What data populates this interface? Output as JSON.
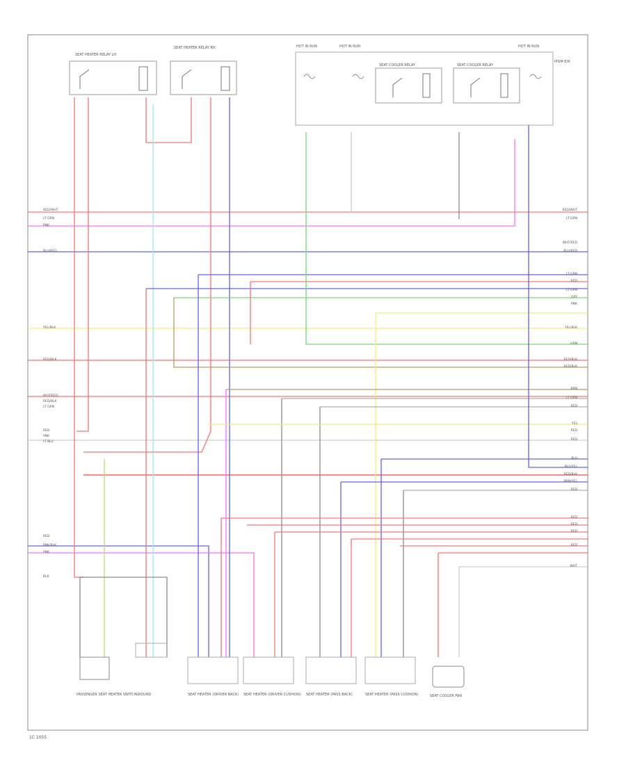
{
  "page": {
    "footer_code": "1C 1055"
  },
  "fuse_boxes": [
    {
      "id": "hot-run-1",
      "label": "HOT IN RUN"
    },
    {
      "id": "hot-run-2",
      "label": "HOT IN RUN"
    },
    {
      "id": "hot-run-3",
      "label": "HOT IN RUN"
    },
    {
      "id": "ipdm",
      "label": "IPDM E/R"
    }
  ],
  "relays": [
    {
      "id": "rear-seat-heater-relay",
      "label": "SEAT HEATER RELAY LH"
    },
    {
      "id": "passenger-seat-relay",
      "label": "SEAT HEATER RELAY RH"
    },
    {
      "id": "seat-cooler-relay-1",
      "label": "SEAT COOLER RELAY"
    },
    {
      "id": "seat-cooler-relay-2",
      "label": "SEAT COOLER RELAY"
    }
  ],
  "left_wire_labels": [
    "RED/WHT",
    "LT GRN",
    "PNK",
    "BLU/RED",
    "YEL/BLK",
    "RED/BLK",
    "WHT/RED",
    "RED/BLK",
    "LT GRN",
    "RED",
    "PNK",
    "LT BLU",
    "RED",
    "PNK/BLK",
    "PNK",
    "BLK"
  ],
  "right_wire_labels": [
    "RED/WHT",
    "LT GRN",
    "WHT/RED",
    "BLU/RED",
    "LT GRN",
    "RED",
    "LT GRN",
    "GRY",
    "PNK",
    "YEL/BLK",
    "GRN",
    "RED/BLK",
    "RED/BLK",
    "BRN",
    "LT GRN",
    "RED",
    "YEL",
    "RED",
    "RED",
    "BLU",
    "BLU/YEL",
    "RED/BLK",
    "BRN/YEL",
    "RED",
    "RED",
    "RED",
    "RED",
    "RED",
    "WHT"
  ],
  "bottom_components": [
    {
      "id": "seat-sw-front-lh",
      "label": "PASSENGER SEAT HEATER SWITCH"
    },
    {
      "id": "ground-point",
      "label": "GROUND"
    },
    {
      "id": "seat-heater-drv-back",
      "label": "SEAT HEATER (DRIVER BACK)"
    },
    {
      "id": "seat-heater-drv-cushion",
      "label": "SEAT HEATER (DRIVER CUSHION)"
    },
    {
      "id": "seat-heater-pass-back",
      "label": "SEAT HEATER (PASS BACK)"
    },
    {
      "id": "seat-heater-pass-cushion",
      "label": "SEAT HEATER (PASS CUSHION)"
    },
    {
      "id": "seat-cooler-fan",
      "label": "SEAT COOLER FAN"
    }
  ]
}
